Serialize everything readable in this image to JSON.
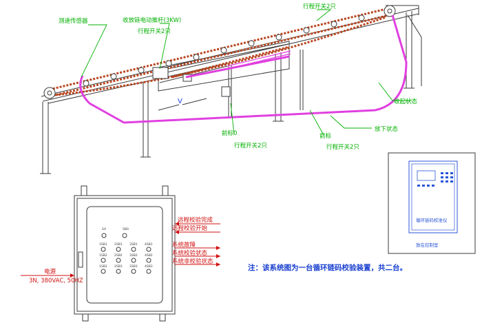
{
  "colors": {
    "line": "#3a3a3a",
    "chain": "#b8451f",
    "cable": "#e040e0",
    "label_green": "#00b000",
    "label_blue": "#1a3fd0",
    "label_red": "#d01010",
    "note_blue": "#1a40d0",
    "controller_blue": "#2a55d8"
  },
  "labels": {
    "speed_sensor": "测速传感器",
    "actuator": "收放链电动推杆(3KW)",
    "limit_switch_a": "行程开关2只",
    "limit_switch_b": "行程开关2只",
    "limit_switch_c": "行程开关2只",
    "limit_switch_d": "行程开关2只",
    "lift_cable": "收起状态",
    "drop_cable": "放下状态",
    "tail_left": "前标0",
    "tail_right": "前标",
    "velocity": "V"
  },
  "cabinet": {
    "labels": [
      "SA",
      "SB0"
    ],
    "lamp_labels": [
      "1SB1",
      "2SB1",
      "3SB1",
      "4SB1"
    ],
    "lamp_labels_2": [
      "1SB2",
      "2SB2",
      "3SB2",
      "4SB2"
    ],
    "lamp_labels_3": [
      "1SB3",
      "2SB3",
      "3SB3",
      "4SB3"
    ]
  },
  "signals": {
    "s1": "远程校验完成",
    "s2": "远程校验开始",
    "s3": "系统故障",
    "s4": "系统校验状态",
    "s5": "系统非校验状态"
  },
  "power": {
    "label": "电源",
    "spec": "3N, 380VAC, 50HZ"
  },
  "controller": {
    "device": "循环链码校准仪",
    "location": "放在控制室"
  },
  "note": "注：该系统图为一台循环链码校验装置，共二台。"
}
